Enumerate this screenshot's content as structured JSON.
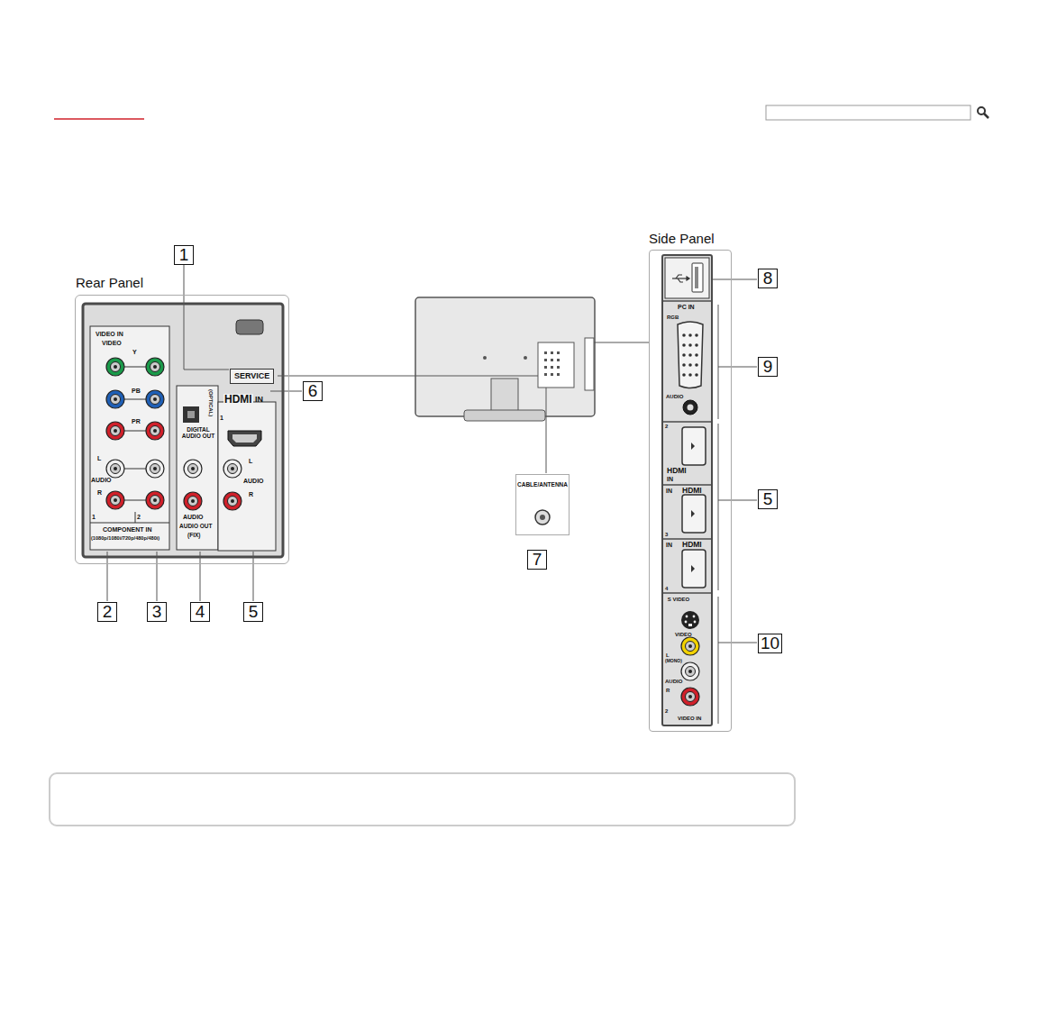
{
  "diagram": {
    "nodes": [
      {
        "text": [
          "Rear Panel"
        ]
      },
      {
        "text": [
          "Side Panel"
        ]
      },
      {
        "text": [
          "CABLE/ANTENNA"
        ]
      }
    ],
    "labels": [
      "1",
      "6",
      "2",
      "3",
      "4",
      "5",
      "7",
      "8",
      "9",
      "5",
      "10",
      "SERVICE",
      "VIDEO IN",
      "VIDEO",
      "Y",
      "PB",
      "PR",
      "L",
      "AUDIO",
      "R",
      "1",
      "2",
      "COMPONENT IN",
      "(1080p/1080i/720p/480p/480i)",
      "(OPTICAL)",
      "DIGITAL AUDIO OUT",
      "HDMI",
      "IN",
      "1",
      "L",
      "AUDIO",
      "R",
      "AUDIO",
      "AUDIO OUT",
      "(FIX)",
      "PC IN",
      "RGB",
      "AUDIO",
      "2",
      "HDMI",
      "IN",
      "HDMI",
      "IN",
      "3",
      "HDMI",
      "IN",
      "4",
      "S VIDEO",
      "VIDEO",
      "L",
      "(MONO)",
      "AUDIO",
      "R",
      "2",
      "VIDEO IN"
    ]
  }
}
